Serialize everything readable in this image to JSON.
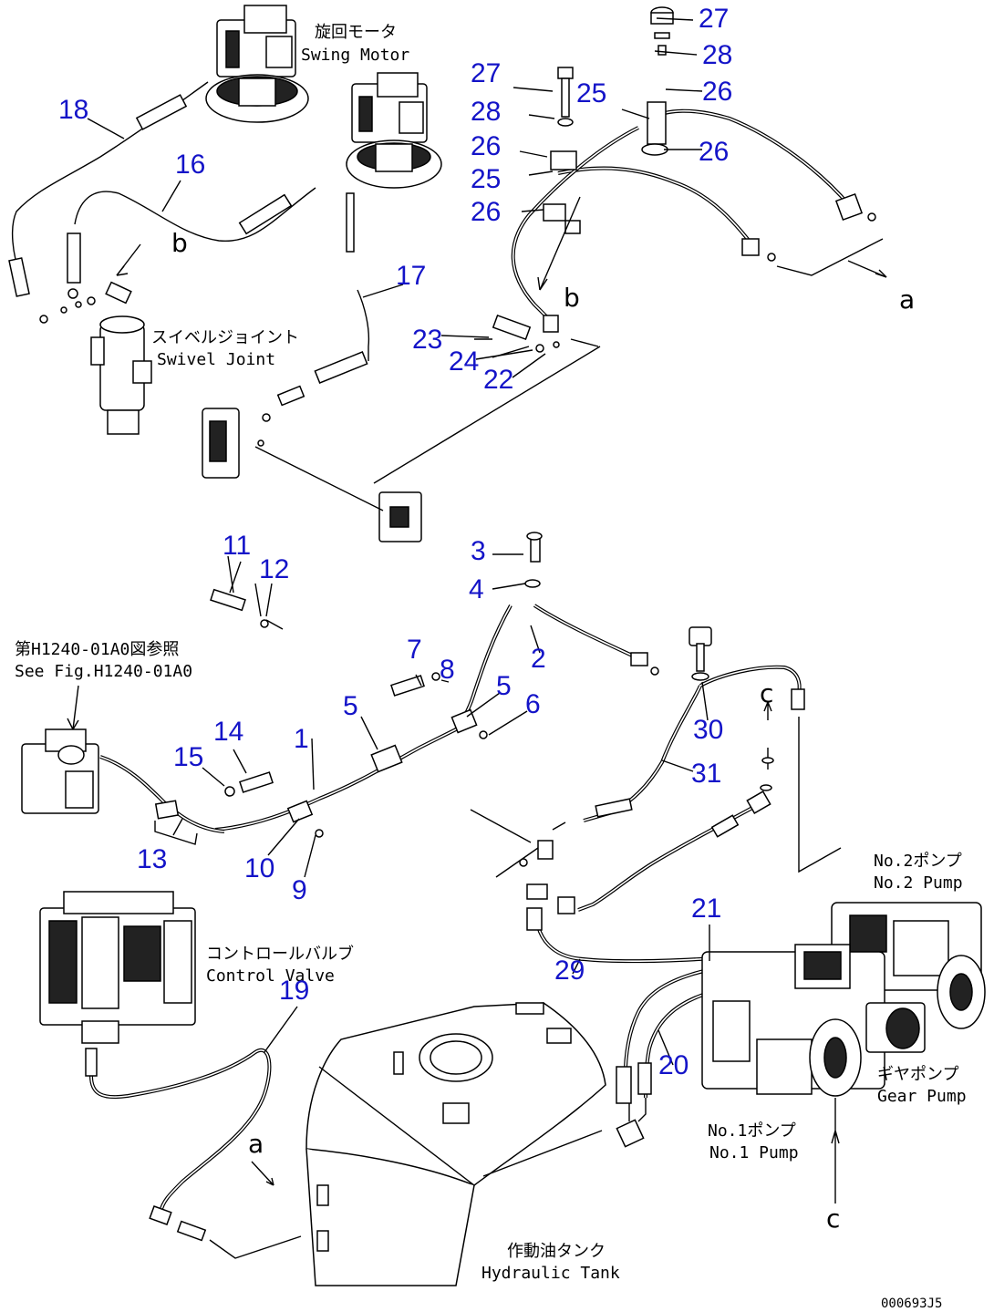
{
  "components": {
    "swing_motor": {
      "jp": "旋回モータ",
      "en": "Swing Motor"
    },
    "swivel_joint": {
      "jp": "スイベルジョイント",
      "en": "Swivel Joint"
    },
    "see_fig": {
      "jp": "第H1240-01A0図参照",
      "en": "See Fig.H1240-01A0"
    },
    "control_valve": {
      "jp": "コントロールバルブ",
      "en": "Control Valve"
    },
    "no2_pump": {
      "jp": "No.2ポンプ",
      "en": "No.2 Pump"
    },
    "gear_pump": {
      "jp": "ギヤポンプ",
      "en": "Gear Pump"
    },
    "no1_pump": {
      "jp": "No.1ポンプ",
      "en": "No.1 Pump"
    },
    "hydraulic_tank": {
      "jp": "作動油タンク",
      "en": "Hydraulic Tank"
    }
  },
  "callouts": {
    "c1": "1",
    "c2": "2",
    "c3": "3",
    "c4": "4",
    "c5a": "5",
    "c5b": "5",
    "c6": "6",
    "c7": "7",
    "c8": "8",
    "c9": "9",
    "c10": "10",
    "c11": "11",
    "c12": "12",
    "c13": "13",
    "c14": "14",
    "c15": "15",
    "c16": "16",
    "c17": "17",
    "c18": "18",
    "c19": "19",
    "c20": "20",
    "c21": "21",
    "c22": "22",
    "c23": "23",
    "c24": "24",
    "c25a": "25",
    "c25b": "25",
    "c26a": "26",
    "c26b": "26",
    "c26c": "26",
    "c26d": "26",
    "c27a": "27",
    "c27b": "27",
    "c28a": "28",
    "c28b": "28",
    "c29": "29",
    "c30": "30",
    "c31": "31"
  },
  "connections": {
    "a1": "a",
    "a2": "a",
    "b1": "b",
    "b2": "b",
    "c1": "c",
    "c2": "c"
  },
  "drawing_number": "000693J5",
  "colors": {
    "callout": "#1414c8",
    "line": "#000000",
    "background": "#ffffff"
  }
}
